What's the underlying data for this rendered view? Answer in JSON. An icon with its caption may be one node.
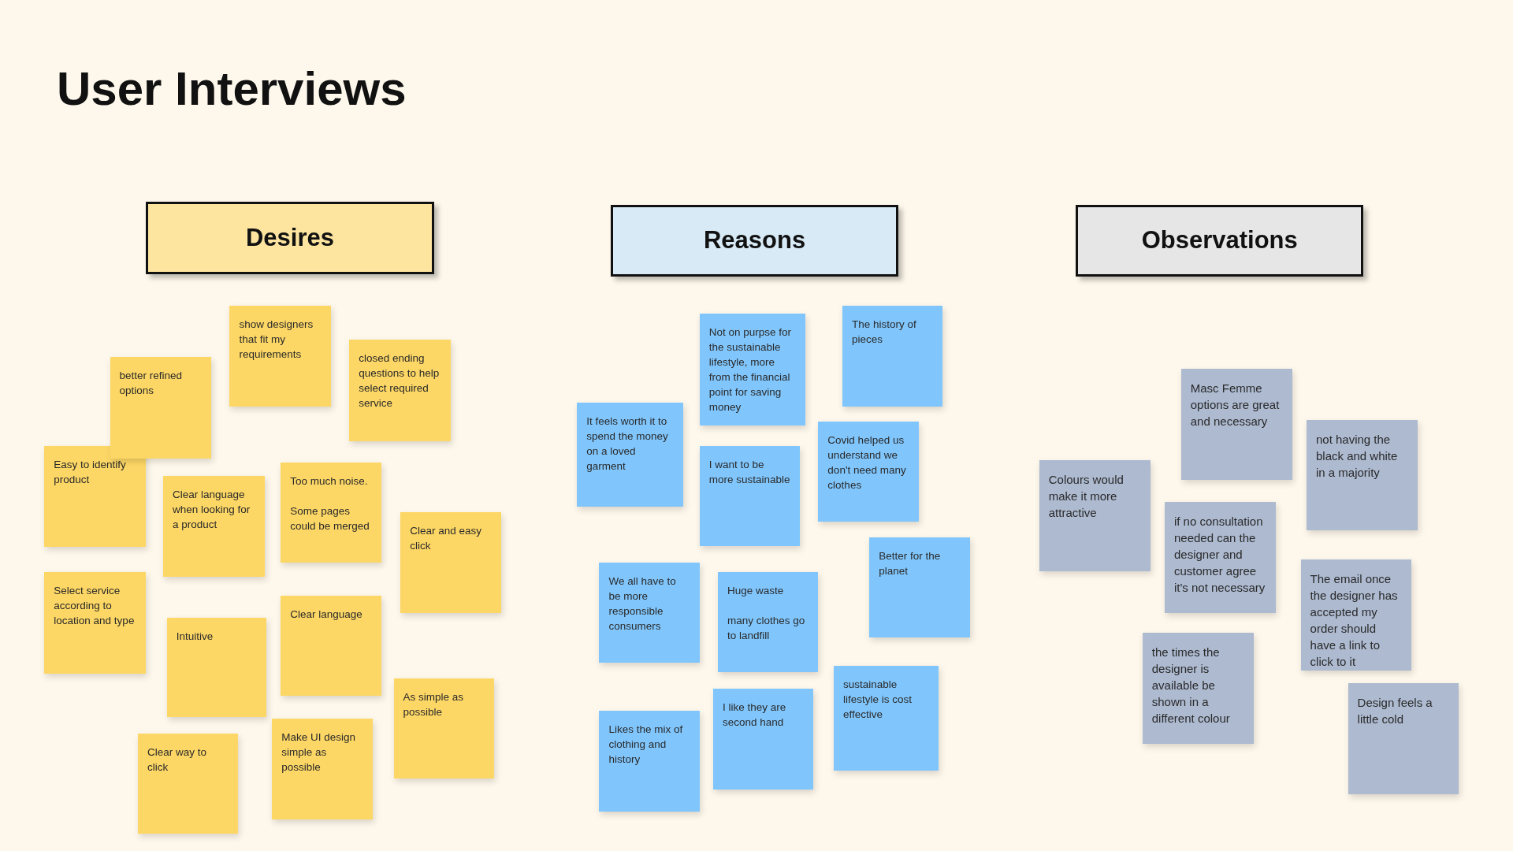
{
  "diagram": {
    "title": "User Interviews",
    "nodes": [
      {
        "text": [
          "Desires"
        ]
      },
      {
        "text": [
          "show designers that fit my requirements"
        ]
      },
      {
        "text": [
          "better refined options"
        ]
      },
      {
        "text": [
          "closed ending questions to help select required service"
        ]
      },
      {
        "text": [
          "Easy to identify product"
        ]
      },
      {
        "text": [
          "Clear language when looking for a product"
        ]
      },
      {
        "text": [
          "Too much noise.",
          "Some pages could be merged"
        ]
      },
      {
        "text": [
          "Clear and easy click"
        ]
      },
      {
        "text": [
          "Select service according to location and type"
        ]
      },
      {
        "text": [
          "Intuitive"
        ]
      },
      {
        "text": [
          "Clear language"
        ]
      },
      {
        "text": [
          "As simple as possible"
        ]
      },
      {
        "text": [
          "Clear way to click"
        ]
      },
      {
        "text": [
          "Make UI design simple as possible"
        ]
      },
      {
        "text": [
          "Reasons"
        ]
      },
      {
        "text": [
          "Not on purpse for the sustainable lifestyle, more from the financial point for saving money"
        ]
      },
      {
        "text": [
          "The history of pieces"
        ]
      },
      {
        "text": [
          "It feels worth it to spend the money on a loved garment"
        ]
      },
      {
        "text": [
          "I want to be more sustainable"
        ]
      },
      {
        "text": [
          "Covid helped us understand we don't need many clothes"
        ]
      },
      {
        "text": [
          "We all have to be more responsible consumers"
        ]
      },
      {
        "text": [
          "Huge waste",
          "many clothes go to landfill"
        ]
      },
      {
        "text": [
          "Better for the planet"
        ]
      },
      {
        "text": [
          "Likes the mix of clothing and history"
        ]
      },
      {
        "text": [
          "I like they are second hand"
        ]
      },
      {
        "text": [
          "sustainable lifestyle is cost effective"
        ]
      },
      {
        "text": [
          "Observations"
        ]
      },
      {
        "text": [
          "Masc Femme options are great and necessary"
        ]
      },
      {
        "text": [
          "Colours would make it more attractive"
        ]
      },
      {
        "text": [
          "not having the black and white in a majority"
        ]
      },
      {
        "text": [
          "if no consultation needed can the designer and customer agree it's not necessary"
        ]
      },
      {
        "text": [
          "The email once the designer has accepted my order should have a link to click to it"
        ]
      },
      {
        "text": [
          "the times the designer is available be shown in a different colour"
        ]
      },
      {
        "text": [
          "Design feels a little cold"
        ]
      }
    ],
    "edges": []
  }
}
